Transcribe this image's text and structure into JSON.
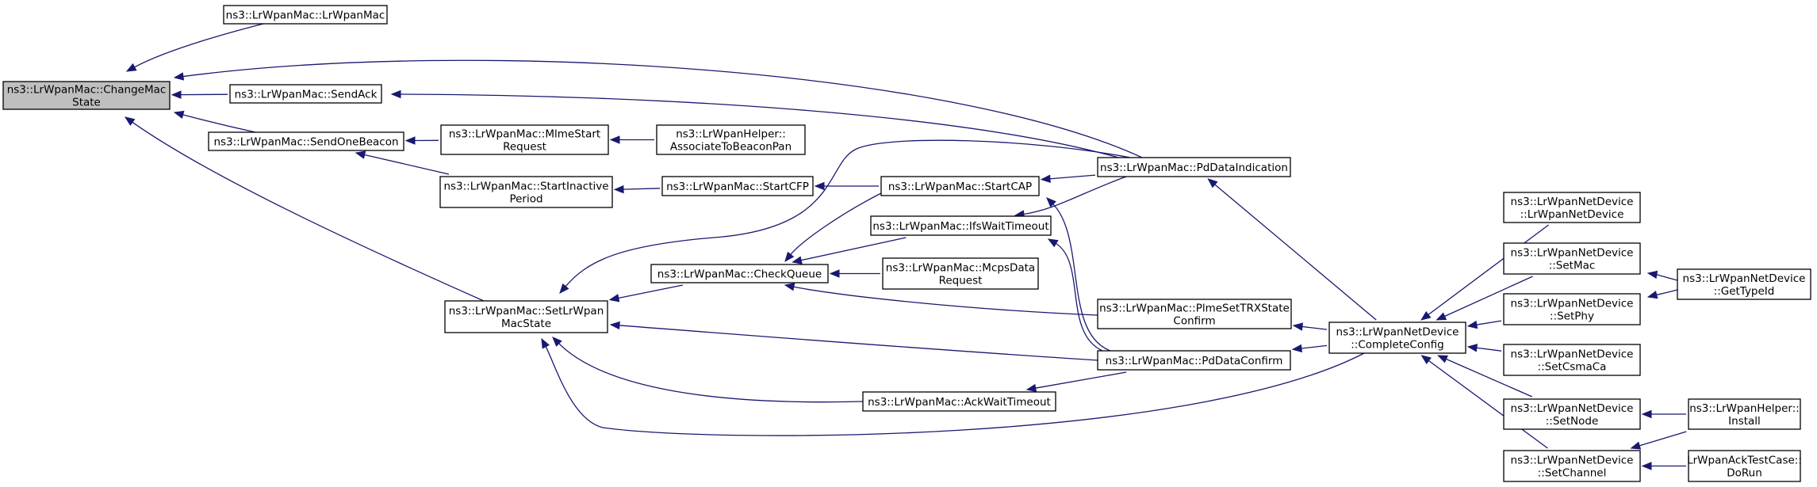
{
  "nodes": [
    {
      "id": "changeMacState",
      "lines": [
        "ns3::LrWpanMac::ChangeMac",
        "State"
      ],
      "focus": true
    },
    {
      "id": "lrWpanMacCtor",
      "lines": [
        "ns3::LrWpanMac::LrWpanMac"
      ]
    },
    {
      "id": "sendAck",
      "lines": [
        "ns3::LrWpanMac::SendAck"
      ]
    },
    {
      "id": "sendOneBeacon",
      "lines": [
        "ns3::LrWpanMac::SendOneBeacon"
      ]
    },
    {
      "id": "mlmeStartRequest",
      "lines": [
        "ns3::LrWpanMac::MlmeStart",
        "Request"
      ]
    },
    {
      "id": "associateToBeaconPan",
      "lines": [
        "ns3::LrWpanHelper::",
        "AssociateToBeaconPan"
      ]
    },
    {
      "id": "startInactivePeriod",
      "lines": [
        "ns3::LrWpanMac::StartInactive",
        "Period"
      ]
    },
    {
      "id": "startCFP",
      "lines": [
        "ns3::LrWpanMac::StartCFP"
      ]
    },
    {
      "id": "startCAP",
      "lines": [
        "ns3::LrWpanMac::StartCAP"
      ]
    },
    {
      "id": "pdDataIndication",
      "lines": [
        "ns3::LrWpanMac::PdDataIndication"
      ]
    },
    {
      "id": "ifsWaitTimeout",
      "lines": [
        "ns3::LrWpanMac::IfsWaitTimeout"
      ]
    },
    {
      "id": "checkQueue",
      "lines": [
        "ns3::LrWpanMac::CheckQueue"
      ]
    },
    {
      "id": "mcpsDataRequest",
      "lines": [
        "ns3::LrWpanMac::McpsData",
        "Request"
      ]
    },
    {
      "id": "setLrWpanMacState",
      "lines": [
        "ns3::LrWpanMac::SetLrWpan",
        "MacState"
      ]
    },
    {
      "id": "plmeSetTRXStateConfirm",
      "lines": [
        "ns3::LrWpanMac::PlmeSetTRXState",
        "Confirm"
      ]
    },
    {
      "id": "pdDataConfirm",
      "lines": [
        "ns3::LrWpanMac::PdDataConfirm"
      ]
    },
    {
      "id": "ackWaitTimeout",
      "lines": [
        "ns3::LrWpanMac::AckWaitTimeout"
      ]
    },
    {
      "id": "completeConfig",
      "lines": [
        "ns3::LrWpanNetDevice",
        "::CompleteConfig"
      ]
    },
    {
      "id": "lrWpanNetDeviceCtor",
      "lines": [
        "ns3::LrWpanNetDevice",
        "::LrWpanNetDevice"
      ]
    },
    {
      "id": "setMac",
      "lines": [
        "ns3::LrWpanNetDevice",
        "::SetMac"
      ]
    },
    {
      "id": "setPhy",
      "lines": [
        "ns3::LrWpanNetDevice",
        "::SetPhy"
      ]
    },
    {
      "id": "setCsmaCa",
      "lines": [
        "ns3::LrWpanNetDevice",
        "::SetCsmaCa"
      ]
    },
    {
      "id": "setNode",
      "lines": [
        "ns3::LrWpanNetDevice",
        "::SetNode"
      ]
    },
    {
      "id": "setChannel",
      "lines": [
        "ns3::LrWpanNetDevice",
        "::SetChannel"
      ]
    },
    {
      "id": "getTypeId",
      "lines": [
        "ns3::LrWpanNetDevice",
        "::GetTypeId"
      ]
    },
    {
      "id": "helperInstall",
      "lines": [
        "ns3::LrWpanHelper::",
        "Install"
      ]
    },
    {
      "id": "ackTestDoRun",
      "lines": [
        "LrWpanAckTestCase::",
        "DoRun"
      ]
    }
  ],
  "edges": [
    {
      "from": "lrWpanMacCtor",
      "to": "changeMacState"
    },
    {
      "from": "pdDataIndication",
      "to": "changeMacState"
    },
    {
      "from": "sendAck",
      "to": "changeMacState"
    },
    {
      "from": "sendOneBeacon",
      "to": "changeMacState"
    },
    {
      "from": "setLrWpanMacState",
      "to": "changeMacState"
    },
    {
      "from": "pdDataIndication",
      "to": "sendAck"
    },
    {
      "from": "mlmeStartRequest",
      "to": "sendOneBeacon"
    },
    {
      "from": "startInactivePeriod",
      "to": "sendOneBeacon"
    },
    {
      "from": "associateToBeaconPan",
      "to": "mlmeStartRequest"
    },
    {
      "from": "startCFP",
      "to": "startInactivePeriod"
    },
    {
      "from": "startCAP",
      "to": "startCFP"
    },
    {
      "from": "pdDataIndication",
      "to": "startCAP"
    },
    {
      "from": "pdDataConfirm",
      "to": "startCAP"
    },
    {
      "from": "pdDataIndication",
      "to": "ifsWaitTimeout"
    },
    {
      "from": "pdDataConfirm",
      "to": "ifsWaitTimeout"
    },
    {
      "from": "startCAP",
      "to": "checkQueue"
    },
    {
      "from": "ifsWaitTimeout",
      "to": "checkQueue"
    },
    {
      "from": "mcpsDataRequest",
      "to": "checkQueue"
    },
    {
      "from": "plmeSetTRXStateConfirm",
      "to": "checkQueue"
    },
    {
      "from": "checkQueue",
      "to": "setLrWpanMacState"
    },
    {
      "from": "pdDataIndication",
      "to": "setLrWpanMacState"
    },
    {
      "from": "pdDataConfirm",
      "to": "setLrWpanMacState"
    },
    {
      "from": "ackWaitTimeout",
      "to": "setLrWpanMacState"
    },
    {
      "from": "completeConfig",
      "to": "setLrWpanMacState"
    },
    {
      "from": "pdDataConfirm",
      "to": "ackWaitTimeout"
    },
    {
      "from": "completeConfig",
      "to": "pdDataIndication"
    },
    {
      "from": "completeConfig",
      "to": "plmeSetTRXStateConfirm"
    },
    {
      "from": "completeConfig",
      "to": "pdDataConfirm"
    },
    {
      "from": "lrWpanNetDeviceCtor",
      "to": "completeConfig"
    },
    {
      "from": "setMac",
      "to": "completeConfig"
    },
    {
      "from": "setPhy",
      "to": "completeConfig"
    },
    {
      "from": "setCsmaCa",
      "to": "completeConfig"
    },
    {
      "from": "setNode",
      "to": "completeConfig"
    },
    {
      "from": "setChannel",
      "to": "completeConfig"
    },
    {
      "from": "getTypeId",
      "to": "setMac"
    },
    {
      "from": "getTypeId",
      "to": "setPhy"
    },
    {
      "from": "helperInstall",
      "to": "setNode"
    },
    {
      "from": "helperInstall",
      "to": "setChannel"
    },
    {
      "from": "ackTestDoRun",
      "to": "setChannel"
    }
  ]
}
